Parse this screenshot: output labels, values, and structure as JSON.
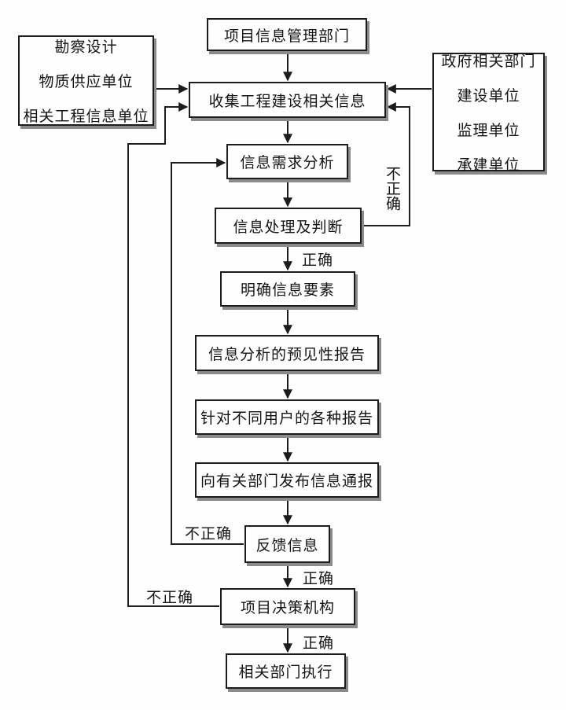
{
  "diagram": {
    "type": "flowchart",
    "nodes": {
      "info_dept": "项目信息管理部门",
      "collect": "收集工程建设相关信息",
      "demand": "信息需求分析",
      "process": "信息处理及判断",
      "clarify": "明确信息要素",
      "predictive_report": "信息分析的预见性报告",
      "user_reports": "针对不同用户的各种报告",
      "notify": "向有关部门发布信息通报",
      "feedback": "反馈信息",
      "decision": "项目决策机构",
      "execute": "相关部门执行"
    },
    "left_sources": [
      "勘察设计",
      "物质供应单位",
      "相关工程信息单位"
    ],
    "right_sources": [
      "政府相关部门",
      "建设单位",
      "监理单位",
      "承建单位"
    ],
    "labels": {
      "correct": "正确",
      "incorrect": "不正确"
    },
    "edges": [
      {
        "from": "项目信息管理部门",
        "to": "收集工程建设相关信息",
        "label": ""
      },
      {
        "from": "勘察设计/物质供应单位/相关工程信息单位",
        "to": "收集工程建设相关信息",
        "label": ""
      },
      {
        "from": "政府相关部门/建设单位/监理单位/承建单位",
        "to": "收集工程建设相关信息",
        "label": ""
      },
      {
        "from": "收集工程建设相关信息",
        "to": "信息需求分析",
        "label": ""
      },
      {
        "from": "信息需求分析",
        "to": "信息处理及判断",
        "label": ""
      },
      {
        "from": "信息处理及判断",
        "to": "收集工程建设相关信息",
        "label": "不正确"
      },
      {
        "from": "信息处理及判断",
        "to": "明确信息要素",
        "label": "正确"
      },
      {
        "from": "明确信息要素",
        "to": "信息分析的预见性报告",
        "label": ""
      },
      {
        "from": "信息分析的预见性报告",
        "to": "针对不同用户的各种报告",
        "label": ""
      },
      {
        "from": "针对不同用户的各种报告",
        "to": "向有关部门发布信息通报",
        "label": ""
      },
      {
        "from": "向有关部门发布信息通报",
        "to": "反馈信息",
        "label": ""
      },
      {
        "from": "反馈信息",
        "to": "信息需求分析",
        "label": "不正确"
      },
      {
        "from": "反馈信息",
        "to": "项目决策机构",
        "label": "正确"
      },
      {
        "from": "项目决策机构",
        "to": "收集工程建设相关信息",
        "label": "不正确"
      },
      {
        "from": "项目决策机构",
        "to": "相关部门执行",
        "label": "正确"
      }
    ],
    "colors": {
      "background": "#fefefe",
      "line": "#1f1f1f",
      "box_border": "#1d1d1d",
      "box_shadow": "#8a8a8a",
      "text": "#141414"
    }
  }
}
